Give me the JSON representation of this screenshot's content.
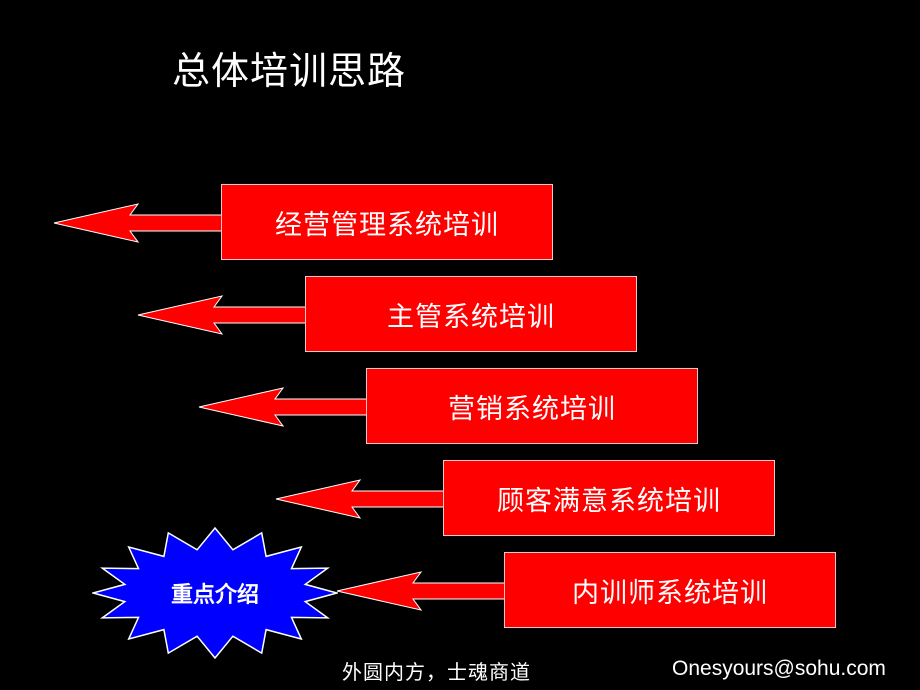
{
  "slide": {
    "title": "总体培训思路",
    "steps": [
      {
        "label": "经营管理系统培训"
      },
      {
        "label": "主管系统培训"
      },
      {
        "label": "营销系统培训"
      },
      {
        "label": "顾客满意系统培训"
      },
      {
        "label": "内训师系统培训"
      }
    ],
    "highlight": {
      "label": "重点介绍"
    },
    "footer": {
      "motto": "外圆内方，士魂商道",
      "email": "Onesyours@sohu.com"
    }
  },
  "colors": {
    "background": "#000000",
    "box_fill": "#ff0000",
    "arrow_fill": "#ff0000",
    "star_fill": "#0000ff",
    "text": "#ffffff"
  }
}
